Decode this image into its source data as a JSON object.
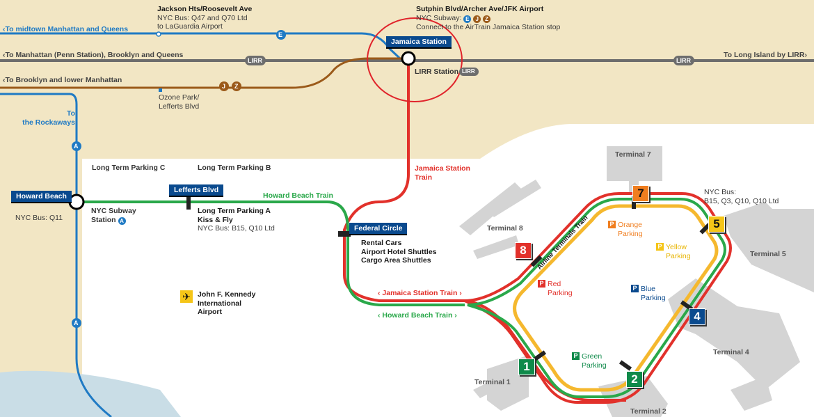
{
  "colors": {
    "land": "#f2e6c4",
    "airport": "#ffffff",
    "water": "#c9dde6",
    "terminal_gray": "#d4d4d4",
    "subway_blue": "#1f7ac4",
    "lirr_gray": "#6d6d6d",
    "jz_brown": "#9b5a1a",
    "airtrain_red": "#e2312b",
    "airtrain_green": "#2aa84a",
    "airtrain_yellow": "#f5b82e",
    "station_box": "#0a4a8e",
    "highlight_circle": "#e0242b"
  },
  "icons": {
    "airport": "airplane-icon",
    "station": "station-circle-icon",
    "parking": "parking-p-icon"
  },
  "lines": {
    "to_midtown": "To midtown Manhattan and Queens",
    "to_manhattan_penn": "To Manhattan (Penn Station), Brooklyn and Queens",
    "to_brooklyn": "To Brooklyn and lower Manhattan",
    "to_long_island": "To Long Island by LIRR",
    "to_rockaways": [
      "To",
      "the Rockaways"
    ],
    "lirr_badge": "LIRR",
    "e_badge": "E",
    "j_badge": "J",
    "z_badge": "Z",
    "a_badge": "A"
  },
  "stops": {
    "jackson_hts": {
      "title": "Jackson Hts/Roosevelt Ave",
      "line1": "NYC Bus: Q47 and Q70 Ltd",
      "line2": "to LaGuardia Airport"
    },
    "sutphin": {
      "title": "Sutphin Blvd/Archer Ave/JFK Airport",
      "subway_prefix": "NYC Subway:",
      "connect": "Connect to the AirTrain Jamaica Station stop"
    },
    "ozone_park": [
      "Ozone Park/",
      "Lefferts Blvd"
    ],
    "lirr_station": "LIRR Station",
    "howard_beach_bus": "NYC Bus: Q11",
    "nyc_subway_station": [
      "NYC Subway",
      "Station"
    ],
    "long_term_a": [
      "Long Term Parking A",
      "Kiss & Fly",
      "NYC Bus: B15, Q10 Ltd"
    ],
    "long_term_b": "Long Term Parking B",
    "long_term_c": "Long Term Parking C",
    "federal_circle_info": [
      "Rental Cars",
      "Airport Hotel Shuttles",
      "Cargo Area Shuttles"
    ],
    "terminal5_bus": [
      "NYC Bus:",
      "B15, Q3, Q10, Q10 Ltd"
    ],
    "jfk": [
      "John F. Kennedy",
      "International",
      "Airport"
    ]
  },
  "station_boxes": {
    "jamaica": "Jamaica Station",
    "howard_beach": "Howard Beach",
    "lefferts": "Lefferts Blvd",
    "federal_circle": "Federal Circle"
  },
  "trains": {
    "howard_beach_train": "Howard Beach Train",
    "jamaica_station_train": [
      "Jamaica Station",
      "Train"
    ],
    "jamaica_station_train_arrows": "‹ Jamaica Station Train ›",
    "howard_beach_train_arrows": "‹ Howard Beach Train ›",
    "airline_terminals_train": "Airline Terminals Train"
  },
  "terminals": {
    "t1": "Terminal 1",
    "t2": "Terminal 2",
    "t4": "Terminal 4",
    "t5": "Terminal 5",
    "t7": "Terminal 7",
    "t8": "Terminal 8",
    "n1": "1",
    "n2": "2",
    "n4": "4",
    "n5": "5",
    "n7": "7",
    "n8": "8"
  },
  "parking": {
    "p": "P",
    "orange": [
      "Orange",
      "Parking"
    ],
    "yellow": [
      "Yellow",
      "Parking"
    ],
    "red": [
      "Red",
      "Parking"
    ],
    "blue": [
      "Blue",
      "Parking"
    ],
    "green": [
      "Green",
      "Parking"
    ]
  }
}
